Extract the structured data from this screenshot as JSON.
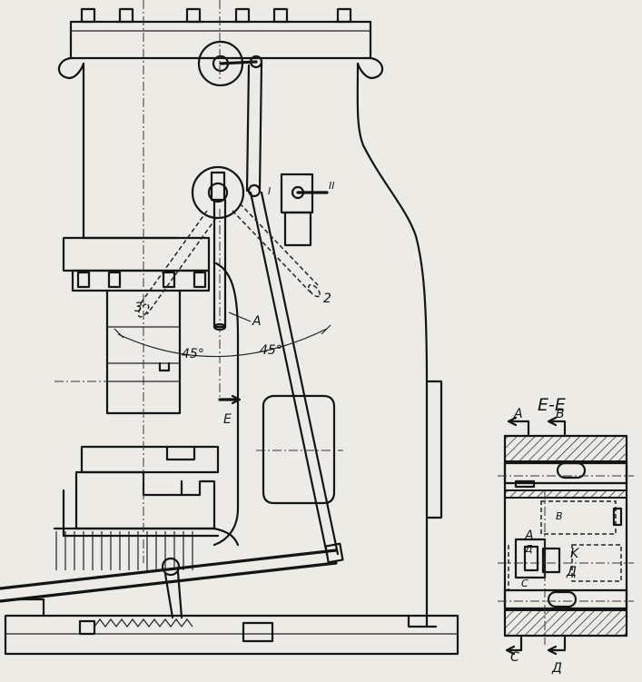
{
  "main_view": {
    "section_label": "E",
    "lever_label": "A",
    "angle_left": "45°",
    "angle_right": "45°",
    "position_2": "2",
    "position_3": "3",
    "position_I": "I",
    "position_II": "II"
  },
  "section_view": {
    "title": "E-E",
    "label_A_top": "A",
    "label_B_top": "B",
    "label_B_inner": "B",
    "label_A_mid": "A",
    "label_D_mid": "Д",
    "label_K": "K",
    "label_D_right": "Д",
    "label_C_inner": "C",
    "label_C_bottom": "C",
    "label_D_bottom": "Д"
  }
}
